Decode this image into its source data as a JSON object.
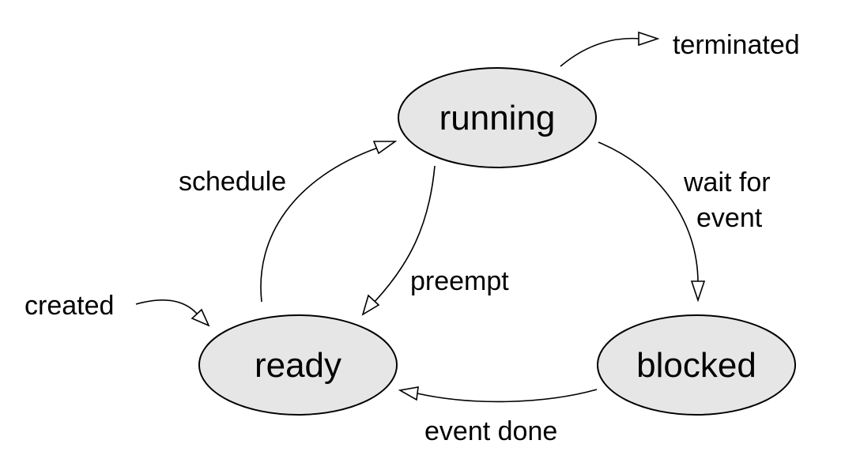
{
  "diagram": {
    "states": {
      "running": "running",
      "ready": "ready",
      "blocked": "blocked"
    },
    "transitions": {
      "schedule": "schedule",
      "preempt": "preempt",
      "wait_for_line1": "wait for",
      "wait_for_line2": "event",
      "event_done": "event done",
      "created": "created",
      "terminated": "terminated"
    },
    "colors": {
      "state_fill": "#e6e6e6",
      "stroke": "#000000",
      "arrowhead_fill": "#ffffff"
    }
  }
}
